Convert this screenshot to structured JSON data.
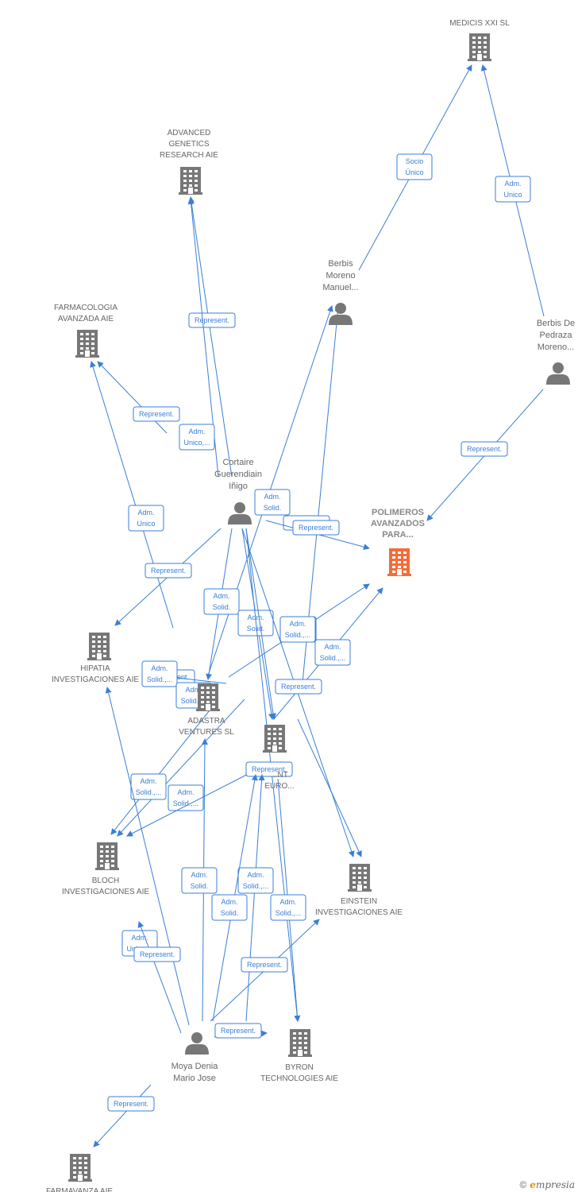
{
  "accent_color": "#3a7fd5",
  "focus_color": "#f26c3b",
  "node_color": "#777777",
  "nodes": [
    {
      "id": "medicis",
      "type": "company",
      "lines": [
        "MEDICIS XXI  SL"
      ]
    },
    {
      "id": "advanced",
      "type": "company",
      "lines": [
        "ADVANCED",
        "GENETICS",
        "RESEARCH AIE"
      ]
    },
    {
      "id": "berbism",
      "type": "person",
      "lines": [
        "Berbis",
        "Moreno",
        "Manuel..."
      ]
    },
    {
      "id": "farmacologia",
      "type": "company",
      "lines": [
        "FARMACOLOGIA",
        "AVANZADA AIE"
      ]
    },
    {
      "id": "berbisd",
      "type": "person",
      "lines": [
        "Berbis De",
        "Pedraza",
        "Moreno..."
      ]
    },
    {
      "id": "cortaire",
      "type": "person",
      "lines": [
        "Cortaire",
        "Guerendiain",
        "Iñigo"
      ]
    },
    {
      "id": "polimeros",
      "type": "focus",
      "lines": [
        "POLIMEROS",
        "AVANZADOS",
        "PARA..."
      ]
    },
    {
      "id": "hipatia",
      "type": "company",
      "lines": [
        "HIPATIA",
        "INVESTIGACIONES AIE"
      ]
    },
    {
      "id": "adastra",
      "type": "company",
      "lines": [
        "ADASTRA",
        "VENTURES  SL"
      ]
    },
    {
      "id": "management",
      "type": "company",
      "lines": [
        "...NT",
        "EURO..."
      ]
    },
    {
      "id": "bloch",
      "type": "company",
      "lines": [
        "BLOCH",
        "INVESTIGACIONES AIE"
      ]
    },
    {
      "id": "einstein",
      "type": "company",
      "lines": [
        "EINSTEIN",
        "INVESTIGACIONES AIE"
      ]
    },
    {
      "id": "moya",
      "type": "person",
      "lines": [
        "Moya Denia",
        "Mario Jose"
      ]
    },
    {
      "id": "byron",
      "type": "company",
      "lines": [
        "BYRON",
        "TECHNOLOGIES AIE"
      ]
    },
    {
      "id": "farmavanza",
      "type": "company",
      "lines": [
        "FARMAVANZA AIE"
      ]
    }
  ],
  "edges": [
    {
      "label": [
        "Socio",
        "Único"
      ]
    },
    {
      "label": [
        "Adm.",
        "Unico"
      ]
    },
    {
      "label": [
        "Represent."
      ]
    },
    {
      "label": [
        "Represent."
      ]
    },
    {
      "label": [
        "Represent."
      ]
    },
    {
      "label": [
        "Adm.",
        "Unico,..."
      ]
    },
    {
      "label": [
        "Adm.",
        "Unico"
      ]
    },
    {
      "label": [
        "Adm.",
        "Solid."
      ]
    },
    {
      "label": [
        "Adm."
      ]
    },
    {
      "label": [
        "Represent."
      ]
    },
    {
      "label": [
        "Represent."
      ]
    },
    {
      "label": [
        "Adm.",
        "Solid."
      ]
    },
    {
      "label": [
        "Adm.",
        "Solid."
      ]
    },
    {
      "label": [
        "Adm.",
        "Solid.,..."
      ]
    },
    {
      "label": [
        "Adm.",
        "Solid.,..."
      ]
    },
    {
      "label": [
        "Adm.",
        "Solid.,..."
      ]
    },
    {
      "label": [
        "Adm.",
        "Solid.,..."
      ]
    },
    {
      "label": [
        "Represent."
      ]
    },
    {
      "label": [
        "Represent."
      ]
    },
    {
      "label": [
        "Adm.",
        "Solid.,..."
      ]
    },
    {
      "label": [
        "Adm.",
        "Solid.,..."
      ]
    },
    {
      "label": [
        "Adm.",
        "Solid.,..."
      ]
    },
    {
      "label": [
        "Adm.",
        "Solid.,..."
      ]
    },
    {
      "label": [
        "Represent."
      ]
    },
    {
      "label": [
        "Adm.",
        "Solid."
      ]
    },
    {
      "label": [
        "Adm.",
        "Solid.,..."
      ]
    },
    {
      "label": [
        "Adm.",
        "Solid."
      ]
    },
    {
      "label": [
        "Adm.",
        "Solid.,..."
      ]
    },
    {
      "label": [
        "Adm.",
        "Unico,..."
      ]
    },
    {
      "label": [
        "Represent."
      ]
    },
    {
      "label": [
        "Represent."
      ]
    },
    {
      "label": [
        "Represent."
      ]
    },
    {
      "label": [
        "Represent."
      ]
    }
  ],
  "footer": {
    "copyright": "©",
    "brand_initial": "e",
    "brand_rest": "mpresia"
  }
}
